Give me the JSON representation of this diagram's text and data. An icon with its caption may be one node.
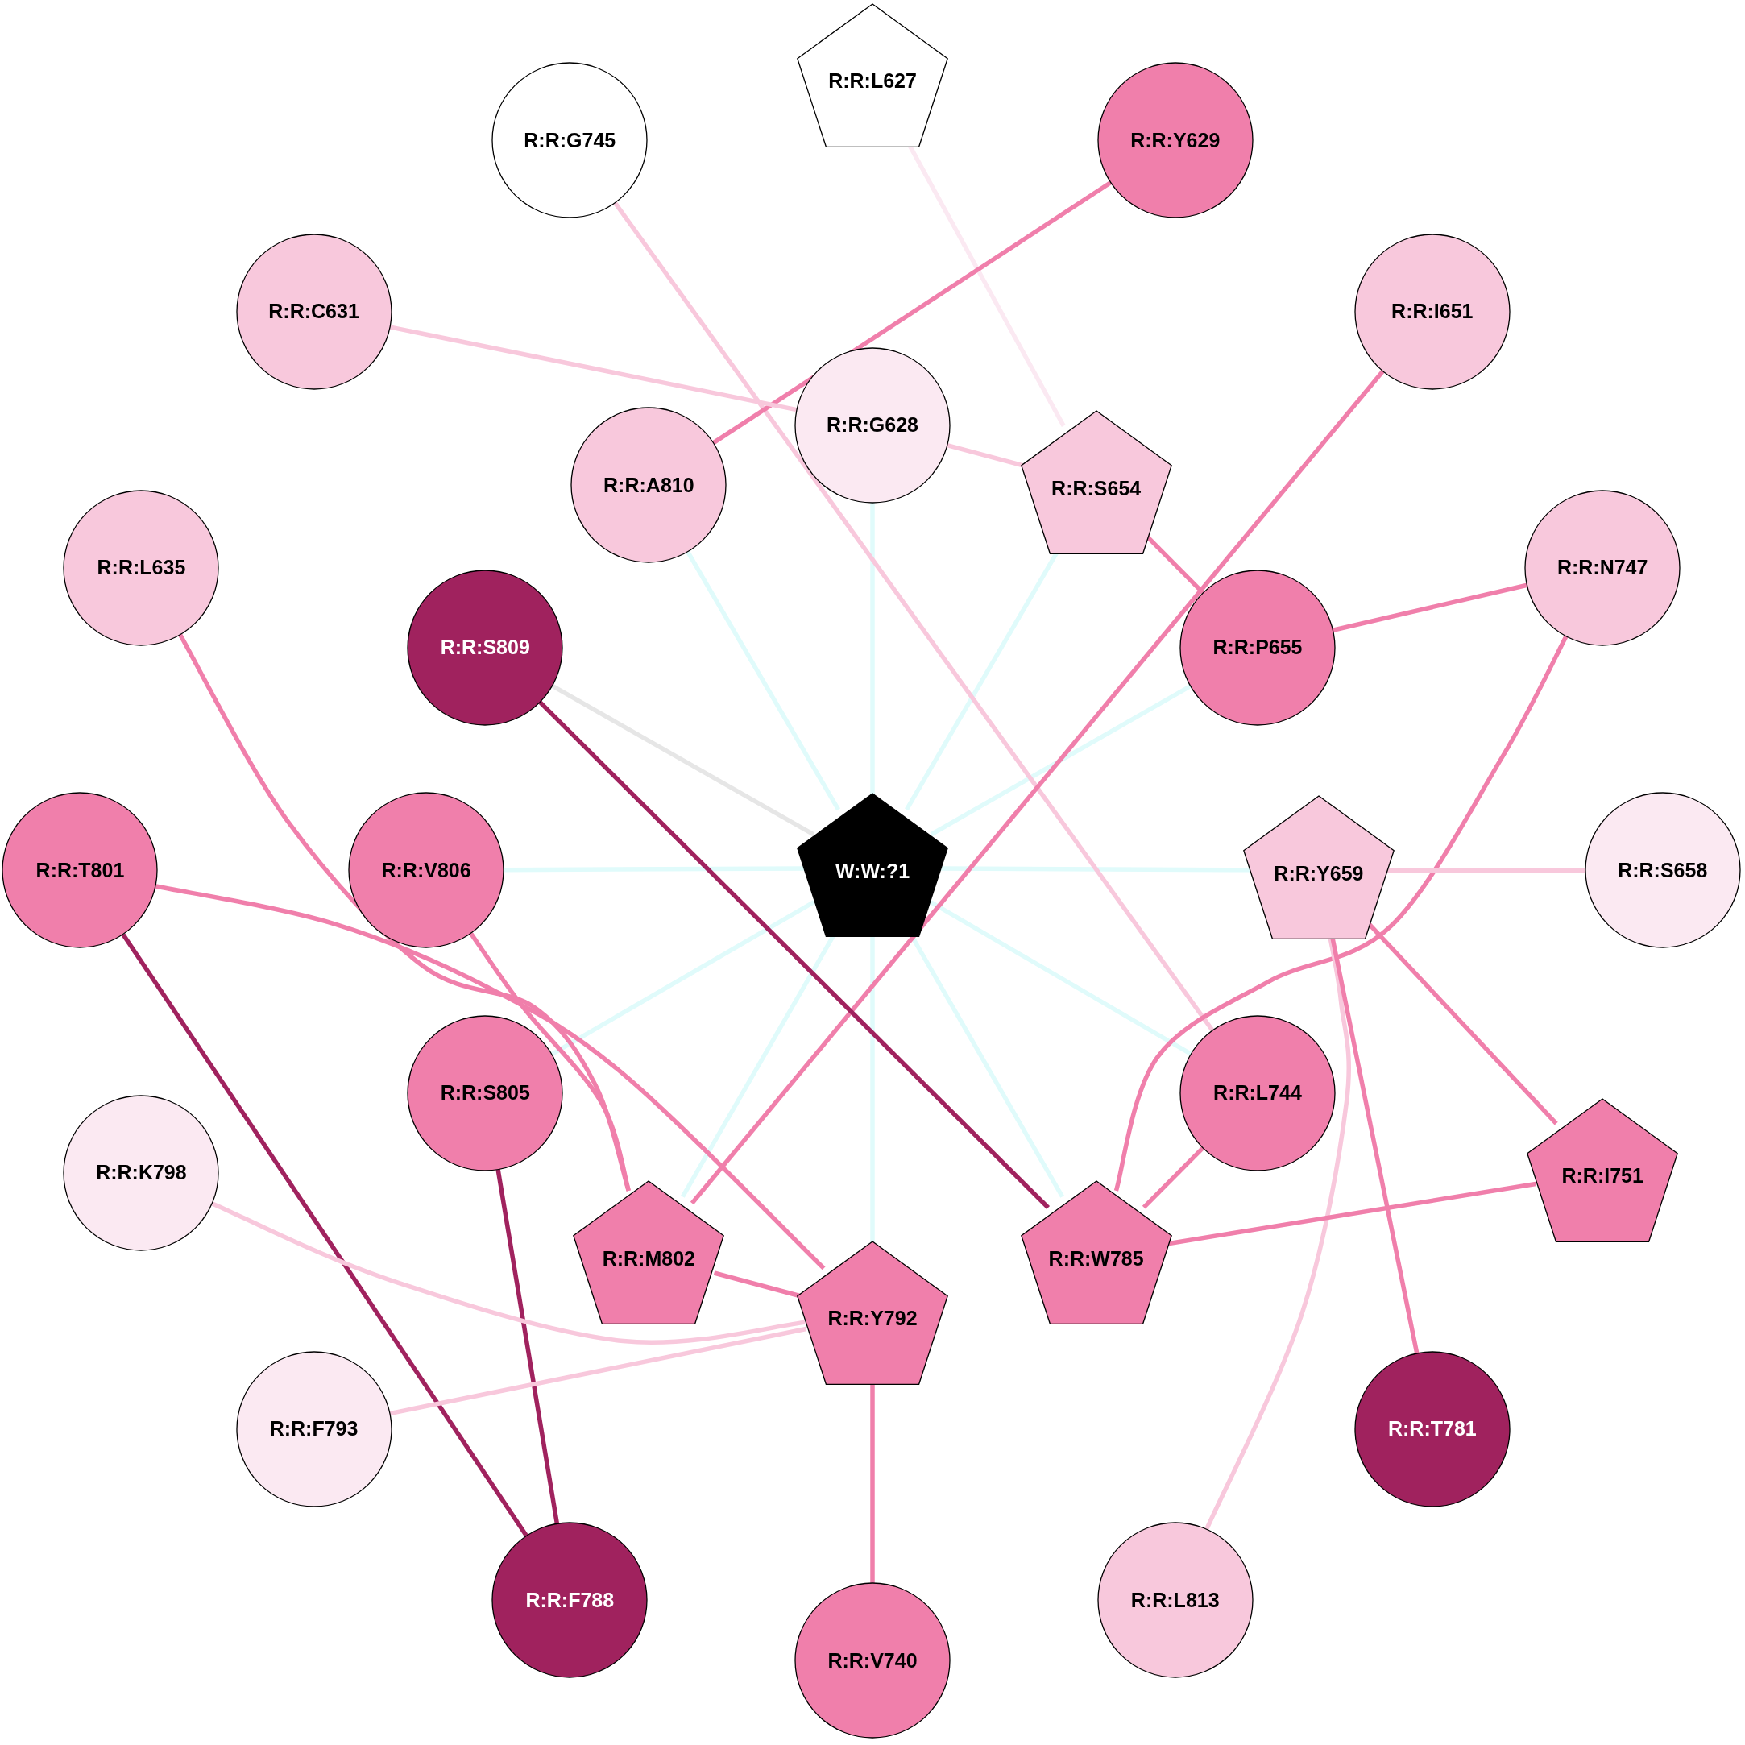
{
  "diagram": {
    "nodes": [
      {
        "text": [
          "R:R:L627"
        ]
      },
      {
        "text": [
          "R:R:G745"
        ]
      },
      {
        "text": [
          "R:R:Y629"
        ]
      },
      {
        "text": [
          "R:R:C631"
        ]
      },
      {
        "text": [
          "R:R:I651"
        ]
      },
      {
        "text": [
          "R:R:G628"
        ]
      },
      {
        "text": [
          "R:R:A810"
        ]
      },
      {
        "text": [
          "R:R:S654"
        ]
      },
      {
        "text": [
          "R:R:L635"
        ]
      },
      {
        "text": [
          "R:R:N747"
        ]
      },
      {
        "text": [
          "R:R:S809"
        ]
      },
      {
        "text": [
          "R:R:P655"
        ]
      },
      {
        "text": [
          "R:R:T801"
        ]
      },
      {
        "text": [
          "R:R:V806"
        ]
      },
      {
        "text": [
          "W:W:?1"
        ]
      },
      {
        "text": [
          "R:R:Y659"
        ]
      },
      {
        "text": [
          "R:R:S658"
        ]
      },
      {
        "text": [
          "R:R:S805"
        ]
      },
      {
        "text": [
          "R:R:L744"
        ]
      },
      {
        "text": [
          "R:R:K798"
        ]
      },
      {
        "text": [
          "R:R:I751"
        ]
      },
      {
        "text": [
          "R:R:M802"
        ]
      },
      {
        "text": [
          "R:R:W785"
        ]
      },
      {
        "text": [
          "R:R:Y792"
        ]
      },
      {
        "text": [
          "R:R:F793"
        ]
      },
      {
        "text": [
          "R:R:T781"
        ]
      },
      {
        "text": [
          "R:R:F788"
        ]
      },
      {
        "text": [
          "R:R:L813"
        ]
      },
      {
        "text": [
          "R:R:V740"
        ]
      }
    ],
    "edges": [
      {
        "from": 14,
        "to": 5,
        "arrow": "none",
        "color": "#e0fbfb"
      },
      {
        "from": 14,
        "to": 6,
        "arrow": "none",
        "color": "#e0fbfb"
      },
      {
        "from": 14,
        "to": 7,
        "arrow": "none",
        "color": "#e0fbfb"
      },
      {
        "from": 14,
        "to": 11,
        "arrow": "none",
        "color": "#e0fbfb"
      },
      {
        "from": 14,
        "to": 13,
        "arrow": "none",
        "color": "#e0fbfb"
      },
      {
        "from": 14,
        "to": 15,
        "arrow": "none",
        "color": "#e0fbfb"
      },
      {
        "from": 14,
        "to": 17,
        "arrow": "none",
        "color": "#e0fbfb"
      },
      {
        "from": 14,
        "to": 18,
        "arrow": "none",
        "color": "#e0fbfb"
      },
      {
        "from": 14,
        "to": 21,
        "arrow": "none",
        "color": "#e0fbfb"
      },
      {
        "from": 14,
        "to": 23,
        "arrow": "none",
        "color": "#e0fbfb"
      },
      {
        "from": 14,
        "to": 22,
        "arrow": "none",
        "color": "#e0fbfb"
      },
      {
        "from": 10,
        "to": 14,
        "arrow": "none",
        "color": "#e6e6e6"
      },
      {
        "from": 0,
        "to": 7,
        "arrow": "none",
        "color": "#fbe9f2"
      },
      {
        "from": 1,
        "to": 18,
        "arrow": "none",
        "color": "#f8c8dc"
      },
      {
        "from": 2,
        "to": 6,
        "arrow": "none"
      },
      {
        "from": 3,
        "to": 5,
        "arrow": "none",
        "color": "#f8c8dc"
      },
      {
        "from": 5,
        "to": 7,
        "arrow": "none",
        "color": "#f8c8dc"
      },
      {
        "from": 4,
        "to": 21,
        "arrow": "none"
      },
      {
        "from": 7,
        "to": 11,
        "arrow": "none"
      },
      {
        "from": 8,
        "to": 21,
        "arrow": "none"
      },
      {
        "from": 9,
        "to": 11,
        "arrow": "none"
      },
      {
        "from": 9,
        "to": 22,
        "arrow": "none"
      },
      {
        "from": 10,
        "to": 22,
        "arrow": "none",
        "color": "#a0225e"
      },
      {
        "from": 12,
        "to": 23,
        "arrow": "none"
      },
      {
        "from": 12,
        "to": 26,
        "arrow": "none",
        "color": "#a0225e"
      },
      {
        "from": 13,
        "to": 21,
        "arrow": "none"
      },
      {
        "from": 15,
        "to": 16,
        "arrow": "none",
        "color": "#f8c8dc"
      },
      {
        "from": 15,
        "to": 27,
        "arrow": "none",
        "color": "#f8c8dc"
      },
      {
        "from": 15,
        "to": 25,
        "arrow": "none"
      },
      {
        "from": 15,
        "to": 20,
        "arrow": "none"
      },
      {
        "from": 17,
        "to": 26,
        "arrow": "none",
        "color": "#a0225e"
      },
      {
        "from": 18,
        "to": 22,
        "arrow": "none"
      },
      {
        "from": 19,
        "to": 23,
        "arrow": "none",
        "color": "#f8c8dc"
      },
      {
        "from": 21,
        "to": 23,
        "arrow": "none"
      },
      {
        "from": 22,
        "to": 20,
        "arrow": "none"
      },
      {
        "from": 23,
        "to": 24,
        "arrow": "none",
        "color": "#f8c8dc"
      },
      {
        "from": 23,
        "to": 28,
        "arrow": "none"
      }
    ]
  }
}
